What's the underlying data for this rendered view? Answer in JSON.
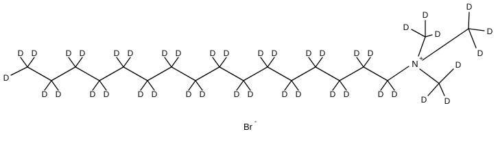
{
  "structure": {
    "atoms": {
      "nitrogen": "N",
      "nitrogen_charge": "+",
      "deuterium": "D",
      "counterion": "Br",
      "counterion_charge": "-"
    },
    "chain_carbons": 16,
    "methyl_groups_on_nitrogen": 3,
    "bond_color": "#000000"
  }
}
